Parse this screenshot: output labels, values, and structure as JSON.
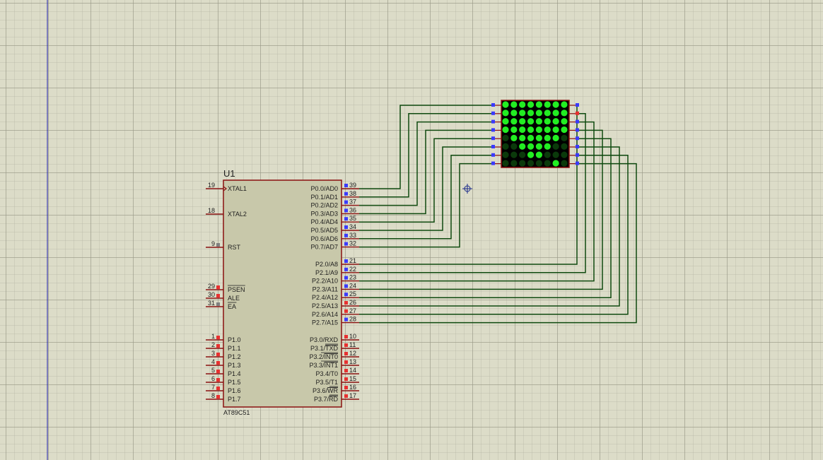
{
  "colors": {
    "wire": "#0f4a0f",
    "pin_line": "#8a1010",
    "chip_fill": "#c8c8aa",
    "chip_border": "#8a1010",
    "pin_marker_blue": "#3a3aff",
    "pin_marker_red": "#e83030",
    "pin_marker_gray": "#808080",
    "led_on": "#22ee22",
    "led_off": "#0b3a0b",
    "matrix_bg": "#000000",
    "margin_line": "#2020b0"
  },
  "chip": {
    "reference": "U1",
    "part": "AT89C51",
    "left_pins": [
      {
        "num": "19",
        "label": "XTAL1",
        "overline": false,
        "marker": "none",
        "clock": true
      },
      {
        "num": "18",
        "label": "XTAL2",
        "overline": false,
        "marker": "none",
        "clock": false
      },
      {
        "num": "9",
        "label": "RST",
        "overline": false,
        "marker": "gray",
        "clock": false
      },
      {
        "num": "29",
        "label": "PSEN",
        "overline": true,
        "marker": "red",
        "clock": false
      },
      {
        "num": "30",
        "label": "ALE",
        "overline": false,
        "marker": "red",
        "clock": false
      },
      {
        "num": "31",
        "label": "EA",
        "overline": true,
        "marker": "gray",
        "clock": false
      },
      {
        "num": "1",
        "label": "P1.0",
        "overline": false,
        "marker": "red",
        "clock": false
      },
      {
        "num": "2",
        "label": "P1.1",
        "overline": false,
        "marker": "red",
        "clock": false
      },
      {
        "num": "3",
        "label": "P1.2",
        "overline": false,
        "marker": "red",
        "clock": false
      },
      {
        "num": "4",
        "label": "P1.3",
        "overline": false,
        "marker": "red",
        "clock": false
      },
      {
        "num": "5",
        "label": "P1.4",
        "overline": false,
        "marker": "red",
        "clock": false
      },
      {
        "num": "6",
        "label": "P1.5",
        "overline": false,
        "marker": "red",
        "clock": false
      },
      {
        "num": "7",
        "label": "P1.6",
        "overline": false,
        "marker": "red",
        "clock": false
      },
      {
        "num": "8",
        "label": "P1.7",
        "overline": false,
        "marker": "red",
        "clock": false
      }
    ],
    "right_pins": [
      {
        "num": "39",
        "label": "P0.0/AD0",
        "bar": "",
        "marker": "blue"
      },
      {
        "num": "38",
        "label": "P0.1/AD1",
        "bar": "",
        "marker": "blue"
      },
      {
        "num": "37",
        "label": "P0.2/AD2",
        "bar": "",
        "marker": "blue"
      },
      {
        "num": "36",
        "label": "P0.3/AD3",
        "bar": "",
        "marker": "blue"
      },
      {
        "num": "35",
        "label": "P0.4/AD4",
        "bar": "",
        "marker": "blue"
      },
      {
        "num": "34",
        "label": "P0.5/AD5",
        "bar": "",
        "marker": "blue"
      },
      {
        "num": "33",
        "label": "P0.6/AD6",
        "bar": "",
        "marker": "blue"
      },
      {
        "num": "32",
        "label": "P0.7/AD7",
        "bar": "",
        "marker": "blue"
      },
      {
        "num": "21",
        "label": "P2.0/A8",
        "bar": "",
        "marker": "blue"
      },
      {
        "num": "22",
        "label": "P2.1/A9",
        "bar": "",
        "marker": "blue"
      },
      {
        "num": "23",
        "label": "P2.2/A10",
        "bar": "",
        "marker": "blue"
      },
      {
        "num": "24",
        "label": "P2.3/A11",
        "bar": "",
        "marker": "blue"
      },
      {
        "num": "25",
        "label": "P2.4/A12",
        "bar": "",
        "marker": "blue"
      },
      {
        "num": "26",
        "label": "P2.5/A13",
        "bar": "",
        "marker": "red"
      },
      {
        "num": "27",
        "label": "P2.6/A14",
        "bar": "",
        "marker": "red"
      },
      {
        "num": "28",
        "label": "P2.7/A15",
        "bar": "",
        "marker": "blue"
      },
      {
        "num": "10",
        "label": "P3.0/RXD",
        "bar": "",
        "marker": "red"
      },
      {
        "num": "11",
        "label": "P3.1/",
        "bar": "TXD",
        "marker": "red"
      },
      {
        "num": "12",
        "label": "P3.2/",
        "bar": "INT0",
        "marker": "red"
      },
      {
        "num": "13",
        "label": "P3.3/",
        "bar": "INT1",
        "marker": "red"
      },
      {
        "num": "14",
        "label": "P3.4/T0",
        "bar": "",
        "marker": "red"
      },
      {
        "num": "15",
        "label": "P3.5/T1",
        "bar": "",
        "marker": "red"
      },
      {
        "num": "16",
        "label": "P3.6/",
        "bar": "WR",
        "marker": "red"
      },
      {
        "num": "17",
        "label": "P3.7/",
        "bar": "RD",
        "marker": "red"
      }
    ]
  },
  "matrix": {
    "rows": 8,
    "cols": 8,
    "leds": [
      [
        1,
        1,
        1,
        1,
        1,
        1,
        1,
        1
      ],
      [
        1,
        1,
        1,
        1,
        1,
        1,
        1,
        1
      ],
      [
        1,
        1,
        1,
        1,
        1,
        1,
        1,
        1
      ],
      [
        1,
        1,
        1,
        1,
        1,
        1,
        1,
        1
      ],
      [
        0,
        1,
        1,
        1,
        1,
        1,
        1,
        0
      ],
      [
        0,
        0,
        1,
        1,
        1,
        1,
        0,
        0
      ],
      [
        0,
        0,
        0,
        1,
        1,
        0,
        0,
        0
      ],
      [
        0,
        0,
        0,
        0,
        0,
        0,
        1,
        0
      ]
    ],
    "left_markers": [
      "blue",
      "blue",
      "blue",
      "blue",
      "blue",
      "blue",
      "blue",
      "blue"
    ],
    "right_markers": [
      "blue",
      "red",
      "blue",
      "blue",
      "blue",
      "blue",
      "blue",
      "blue"
    ]
  }
}
